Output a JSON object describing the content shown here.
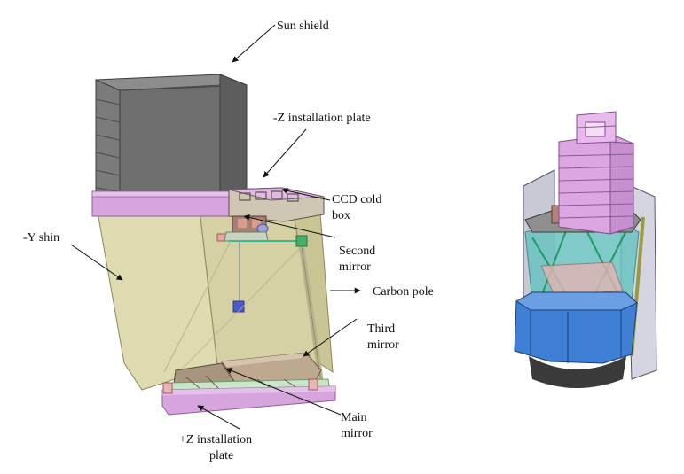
{
  "labels": {
    "sun_shield": "Sun shield",
    "z_minus_plate": "-Z installation plate",
    "ccd_line1": "CCD cold",
    "ccd_line2": "box",
    "y_shin": "-Y shin",
    "second_line1": "Second",
    "second_line2": "mirror",
    "carbon_pole": "Carbon pole",
    "third_line1": "Third",
    "third_line2": "mirror",
    "main_line1": "Main",
    "main_line2": "mirror",
    "z_plus_line1": "+Z installation",
    "z_plus_line2": "plate"
  },
  "colors": {
    "sun_shield": "#6e6e6e",
    "plate": "#d9a8e0",
    "shin": "#d9d6a8",
    "mirror_body": "#b9a48e",
    "blue_base": "#3f7fd6",
    "pink_shield": "#dca6e3",
    "truss": "#39b98a"
  }
}
